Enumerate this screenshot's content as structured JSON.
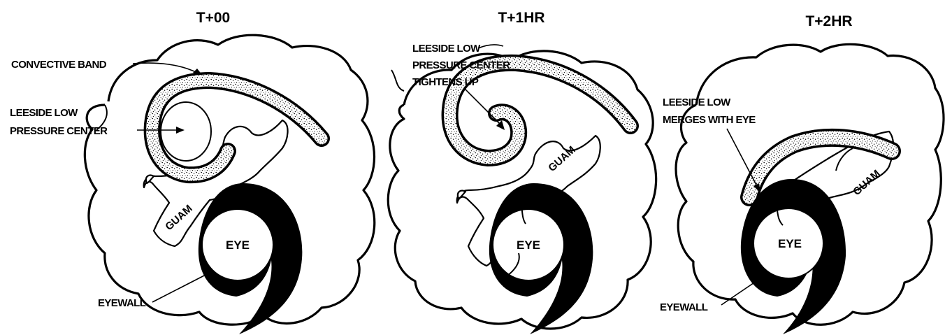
{
  "panels": [
    {
      "title": "T+00",
      "labels": {
        "convective_band": "CONVECTIVE BAND",
        "leeside_line1": "LEESIDE LOW",
        "leeside_line2": "PRESSURE CENTER",
        "guam": "GUAM",
        "eye": "EYE",
        "eyewall": "EYEWALL"
      }
    },
    {
      "title": "T+1HR",
      "labels": {
        "leeside_line1": "LEESIDE LOW",
        "leeside_line2": "PRESSURE CENTER",
        "leeside_line3": "TIGHTENS UP",
        "guam": "GUAM",
        "eye": "EYE"
      }
    },
    {
      "title": "T+2HR",
      "labels": {
        "leeside_line1": "LEESIDE LOW",
        "leeside_line2": "MERGES WITH EYE",
        "guam": "GUAM",
        "eye": "EYE",
        "eyewall": "EYEWALL"
      }
    }
  ],
  "colors": {
    "ink": "#000000",
    "paper": "#ffffff"
  }
}
